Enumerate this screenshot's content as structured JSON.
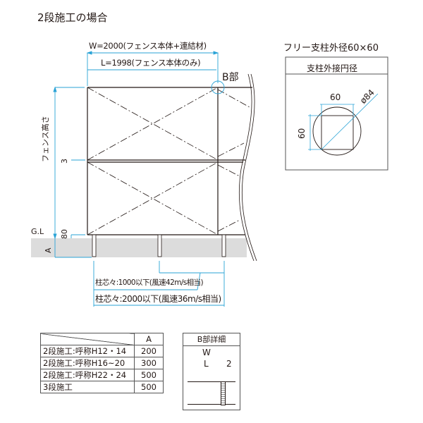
{
  "title": "2段施工の場合",
  "main_diagram": {
    "width_label": "W=2000(フェンス本体+連結材)",
    "length_label": "L=1998(フェンス本体のみ)",
    "detail_marker": "B部",
    "height_label": "フェンス高さ",
    "gap_label": "3",
    "bottom_gap_label": "80",
    "ground_label": "G.L",
    "depth_label": "A",
    "pitch_1000": "柱芯々:1000以下(風速42m/s相当)",
    "pitch_2000": "柱芯々:2000以下(風速36m/s相当)"
  },
  "post_spec": {
    "title": "フリー支柱外径60×60",
    "box_header": "支柱外接円径",
    "side_width": "60",
    "side_height": "60",
    "diameter": "ø84"
  },
  "depth_table": {
    "header": "A",
    "rows": [
      {
        "label": "2段施工:呼称H12・14",
        "value": "200"
      },
      {
        "label": "2段施工:呼称H16~20",
        "value": "300"
      },
      {
        "label": "2段施工:呼称H22・24",
        "value": "500"
      },
      {
        "label": "3段施工",
        "value": "500"
      }
    ]
  },
  "detail_b": {
    "header": "B部詳細",
    "w_label": "W",
    "l_label": "L",
    "gap_label": "2"
  },
  "colors": {
    "dimension": "#2aa3d6",
    "line": "#231815",
    "ground": "#dcdcdc"
  }
}
